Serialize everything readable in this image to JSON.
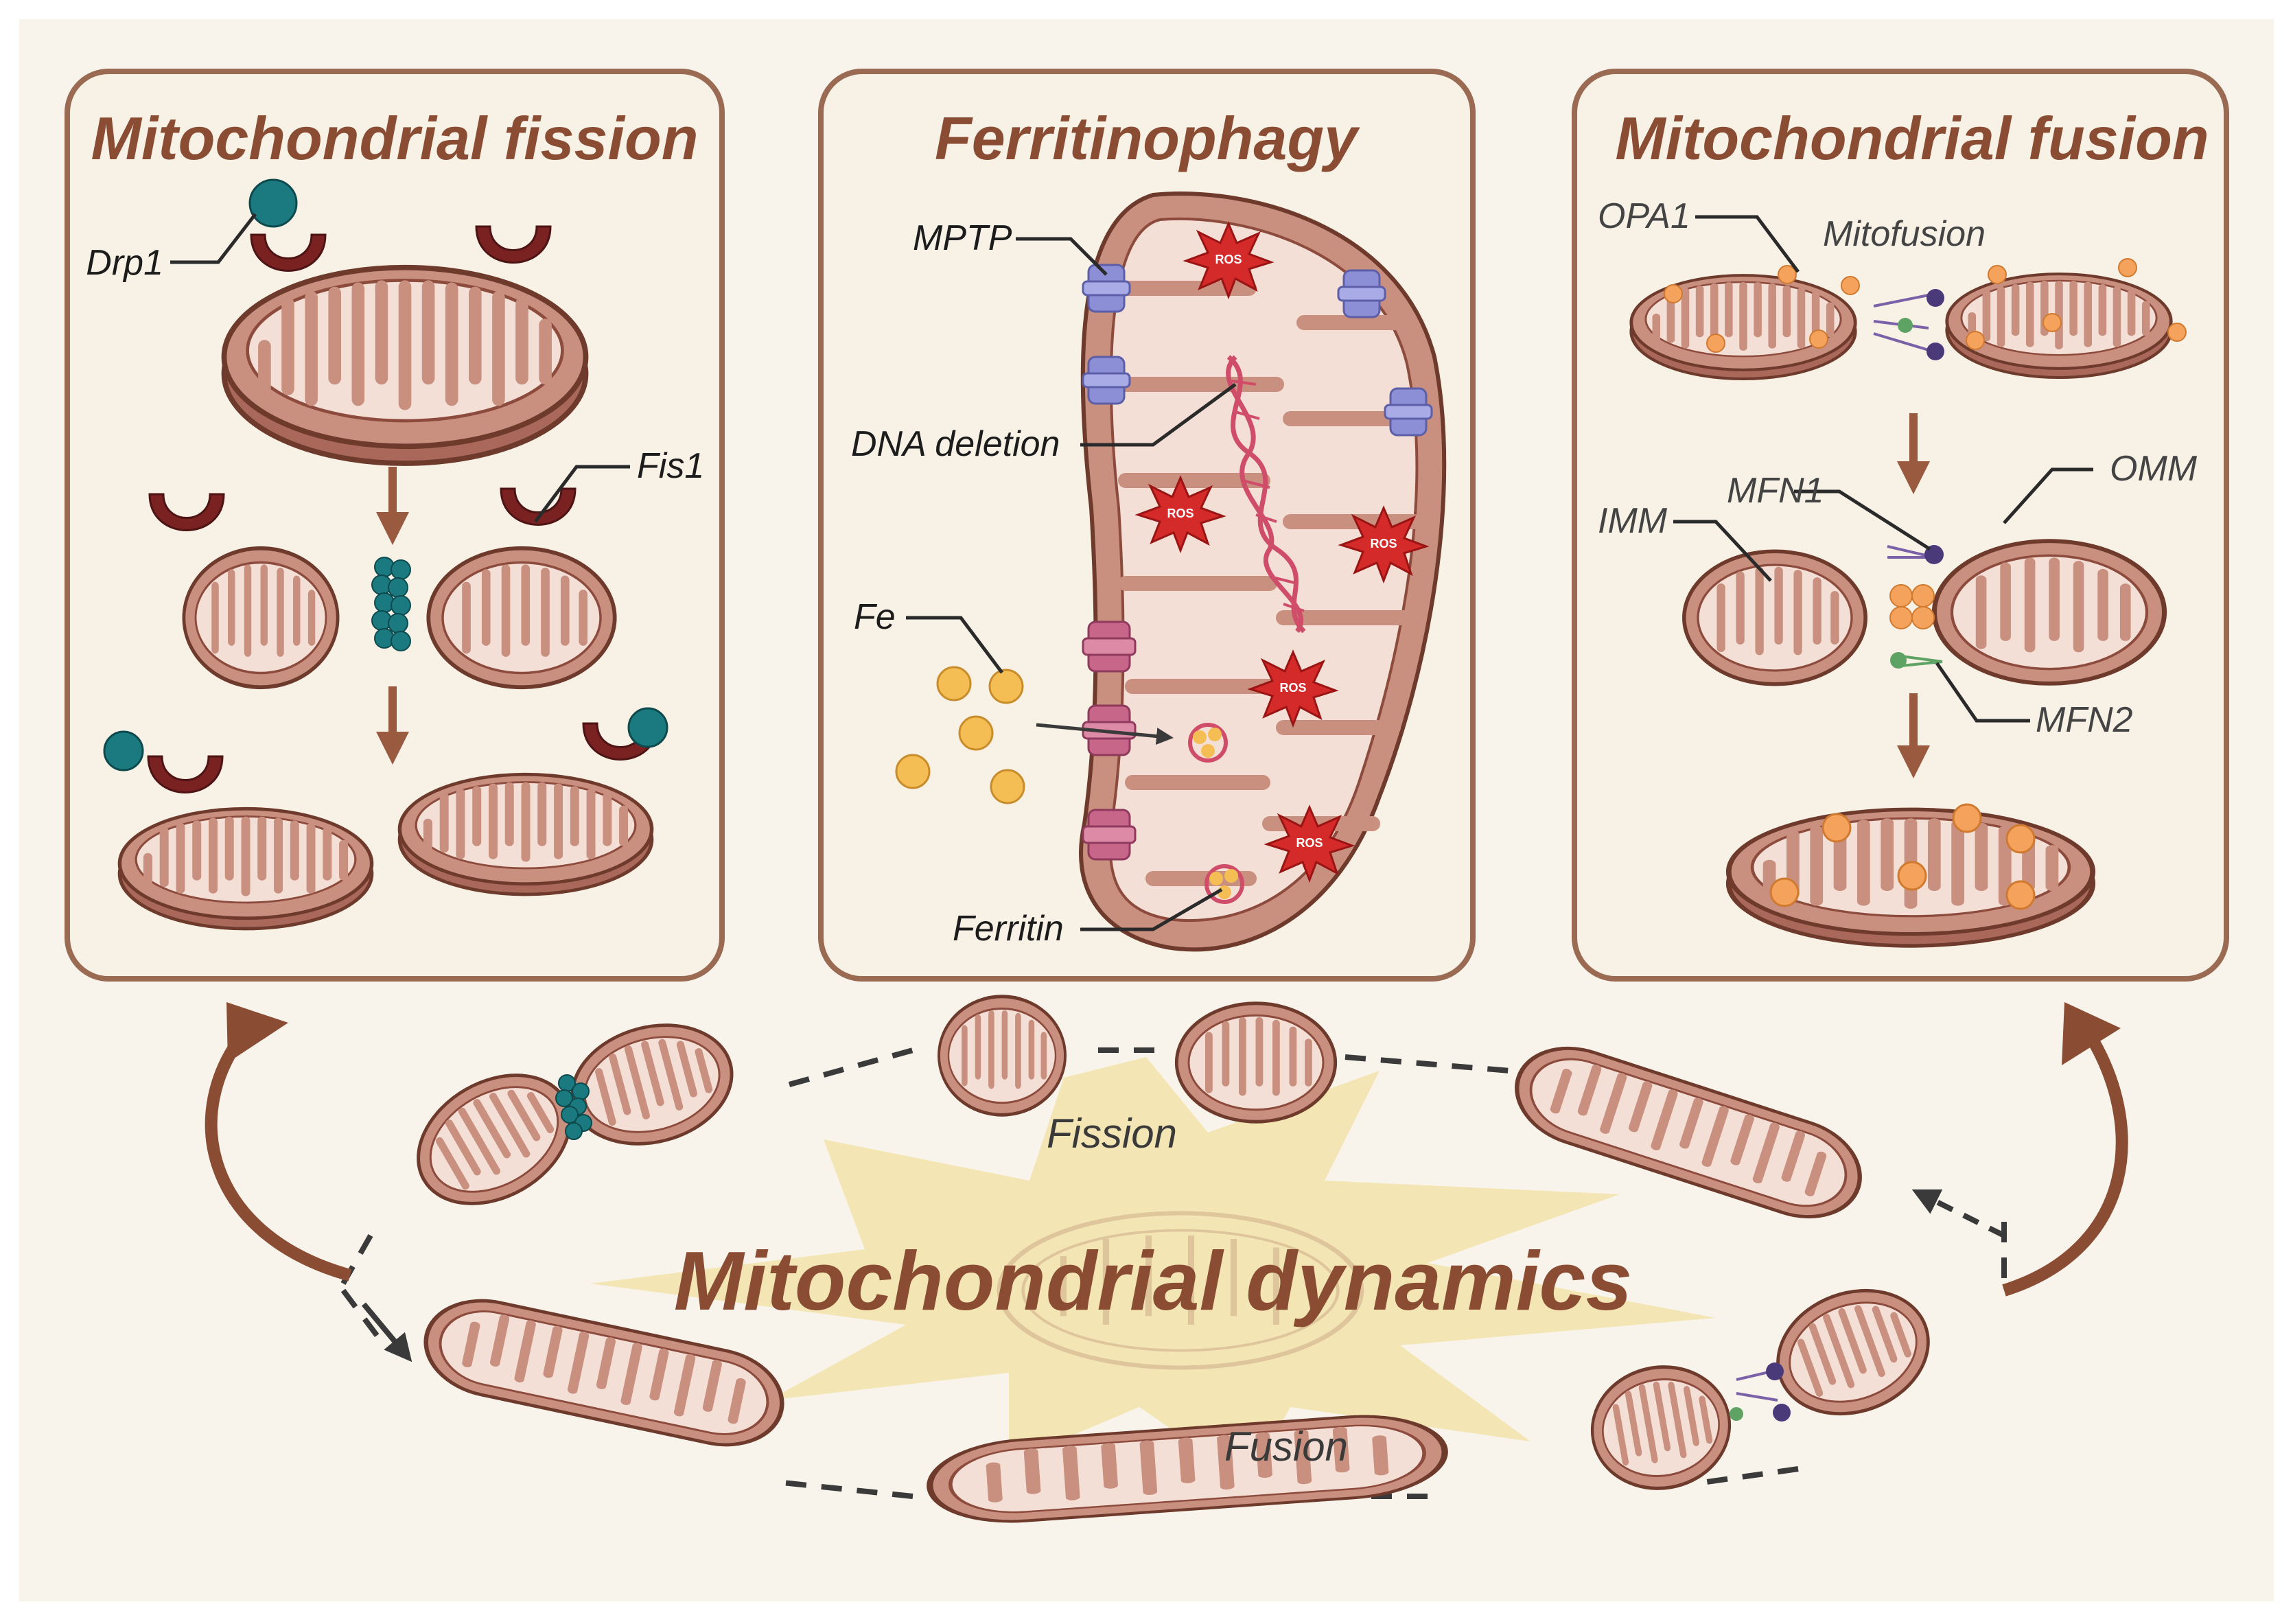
{
  "panels": {
    "fission": {
      "title": "Mitochondrial fission",
      "labels": {
        "drp1": "Drp1",
        "fis1": "Fis1"
      }
    },
    "ferritinophagy": {
      "title": "Ferritinophagy",
      "labels": {
        "mptp": "MPTP",
        "dna_deletion": "DNA deletion",
        "fe": "Fe",
        "ferritin": "Ferritin",
        "ros": "ROS"
      }
    },
    "fusion": {
      "title": "Mitochondrial fusion",
      "labels": {
        "opa1": "OPA1",
        "mitofusion": "Mitofusion",
        "mfn1": "MFN1",
        "omm": "OMM",
        "imm": "IMM",
        "mfn2": "MFN2"
      }
    }
  },
  "cycle": {
    "title": "Mitochondrial dynamics",
    "fission_label": "Fission",
    "fusion_label": "Fusion"
  },
  "colors": {
    "background": "#f8f4ec",
    "panel_border": "#9a6a52",
    "mito_outer": "#c98f7f",
    "mito_inner": "#f3dfd6",
    "mito_edge": "#6e3a2c",
    "drp1": "#1a7a80",
    "fis1": "#7a2222",
    "iron": "#f4be55",
    "ros": "#d42a2a",
    "mptp": "#8d8fd6",
    "dna": "#d04d6a",
    "title": "#8a4d34"
  }
}
